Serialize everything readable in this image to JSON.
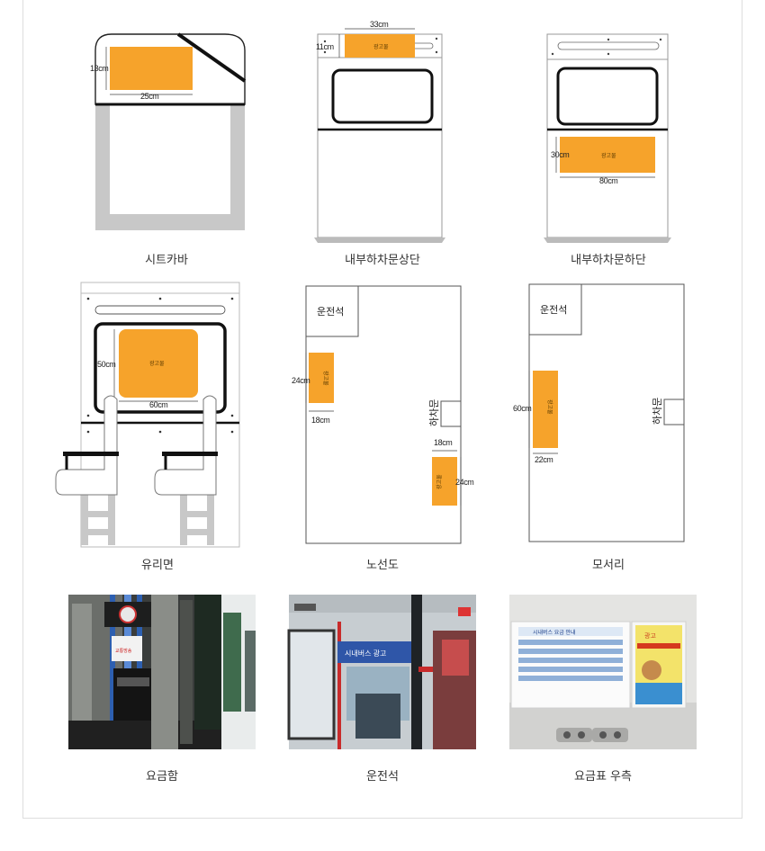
{
  "colors": {
    "ad_fill": "#f6a32b",
    "panel_gray": "#c8c8c8",
    "line": "#111111"
  },
  "diagrams": {
    "seat_cover": {
      "caption": "시트카바",
      "height_label": "13cm",
      "width_label": "25cm"
    },
    "door_top": {
      "caption": "내부하차문상단",
      "width_label": "33cm",
      "height_label": "11cm",
      "ad_text": "광고물"
    },
    "door_bottom": {
      "caption": "내부하차문하단",
      "height_label": "30cm",
      "width_label": "80cm",
      "ad_text": "광고물"
    },
    "glass": {
      "caption": "유리면",
      "height_label": "50cm",
      "width_label": "60cm",
      "ad_text": "광고물"
    },
    "route_map": {
      "caption": "노선도",
      "driver_label": "운전석",
      "door_label": "하차문",
      "ad1_height": "24cm",
      "ad1_width": "18cm",
      "ad1_text": "광고물",
      "ad2_width": "18cm",
      "ad2_height": "24cm",
      "ad2_text": "광고물"
    },
    "corner": {
      "caption": "모서리",
      "driver_label": "운전석",
      "door_label": "하차문",
      "height_label": "60cm",
      "width_label": "22cm",
      "ad_text": "광고물"
    }
  },
  "photos": [
    {
      "caption": "요금함",
      "sign_text": "교통방송"
    },
    {
      "caption": "운전석",
      "banner_text": "시내버스 광고"
    },
    {
      "caption": "요금표 우측",
      "header_text": "시내버스 요금 안내",
      "ad_text": "광고"
    }
  ]
}
